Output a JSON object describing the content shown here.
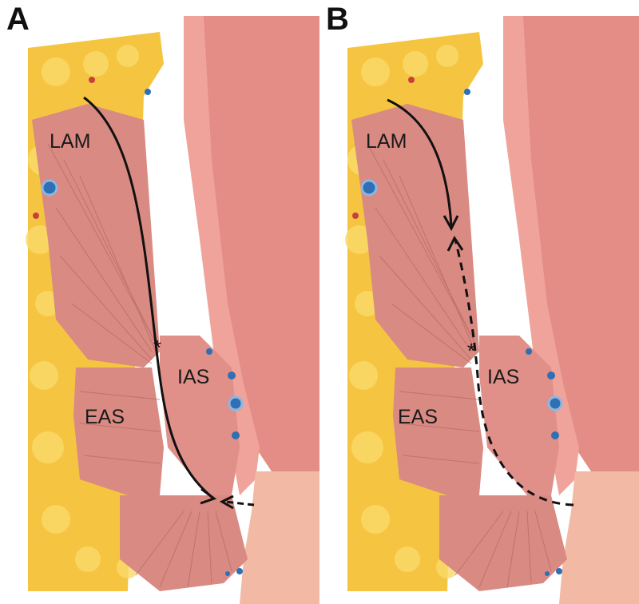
{
  "panels": [
    {
      "letter": "A",
      "labels": {
        "lam": "LAM",
        "ias": "IAS",
        "eas": "EAS"
      }
    },
    {
      "letter": "B",
      "labels": {
        "lam": "LAM",
        "ias": "IAS",
        "eas": "EAS"
      }
    }
  ],
  "colors": {
    "fat": "#f5c542",
    "muscle": "#d98a82",
    "rectal_wall": "#ee9a92",
    "lumen": "#e48c86",
    "skin": "#f2b9a4",
    "arrow": "#111111",
    "vessel_blue": "#2f6fb3",
    "vessel_red": "#c8403a"
  }
}
